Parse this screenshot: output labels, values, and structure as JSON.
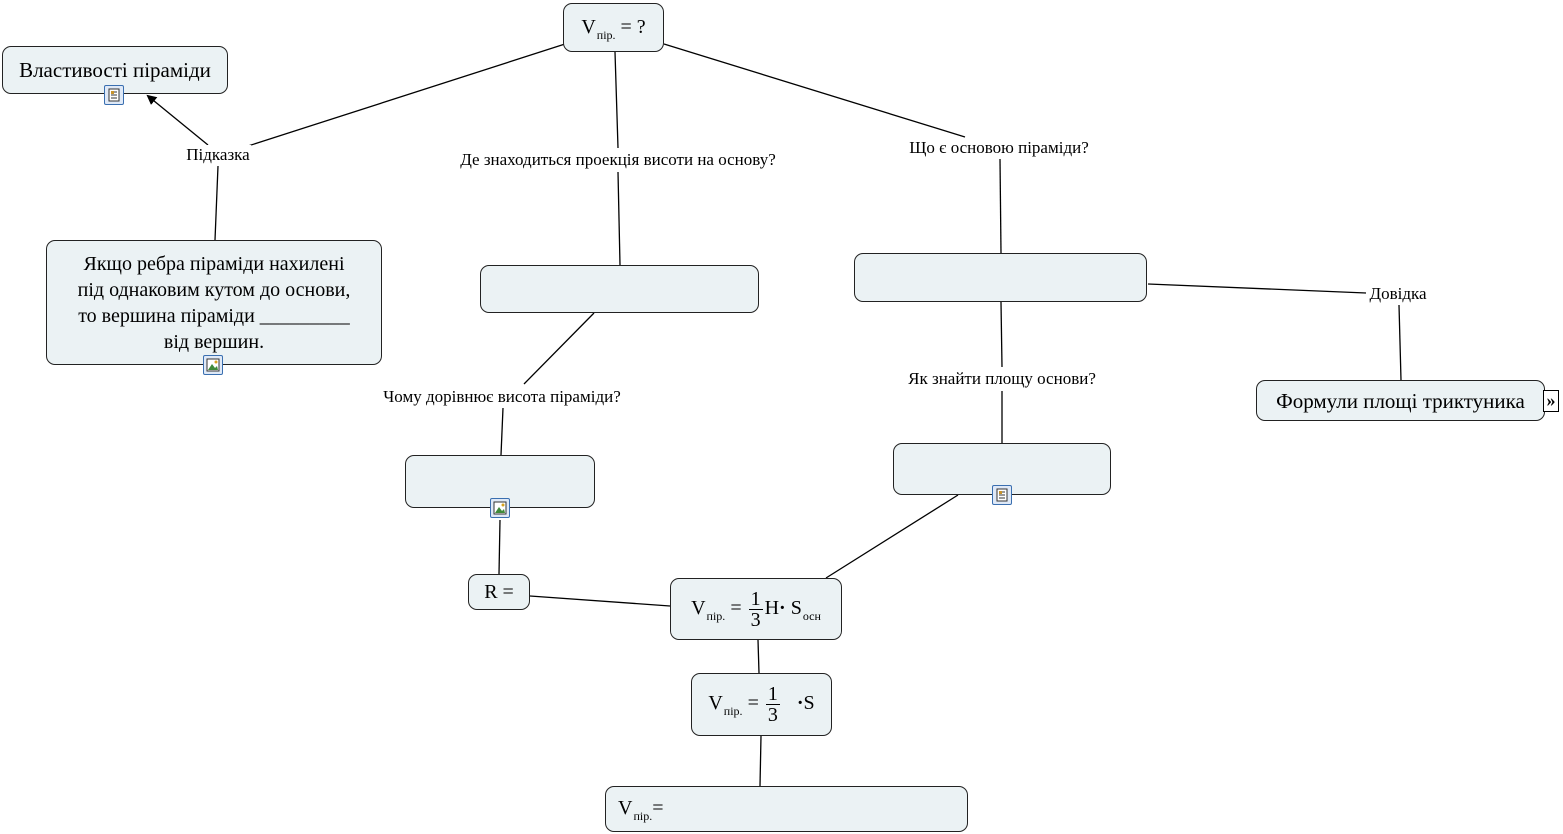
{
  "nodes": {
    "root": {
      "v": "V",
      "sub": "пір.",
      "rest": "= ?"
    },
    "props": {
      "label": "Властивості піраміди"
    },
    "hint_text": {
      "line1": "Якщо  ребра піраміди нахилені",
      "line2": "під однаковим кутом до основи,",
      "line3": "то вершина піраміди _________",
      "line4": "від вершин."
    },
    "formula_main": {
      "v": "V",
      "sub": "пір.",
      "eq": "=",
      "num": "1",
      "den": "3",
      "h": "H",
      "dot": "·",
      "s": "S",
      "ssub": "осн"
    },
    "formula_2": {
      "v": "V",
      "sub": "пір.",
      "eq": "=",
      "num": "1",
      "den": "3",
      "dot": "·",
      "s": "S"
    },
    "formula_3": {
      "v": "V",
      "sub": "пір.",
      "eq": "="
    },
    "r_node": {
      "label": "R ="
    },
    "triangle_formulas": {
      "label": "Формули площі триктуника",
      "expand": "»"
    }
  },
  "links": {
    "hint": "Підказка",
    "projection": "Де знаходиться проекція висоти на основу?",
    "base": "Що є основою піраміди?",
    "height": "Чому дорівнює висота піраміди?",
    "area": "Як знайти площу основи?",
    "reference": "Довідка"
  }
}
